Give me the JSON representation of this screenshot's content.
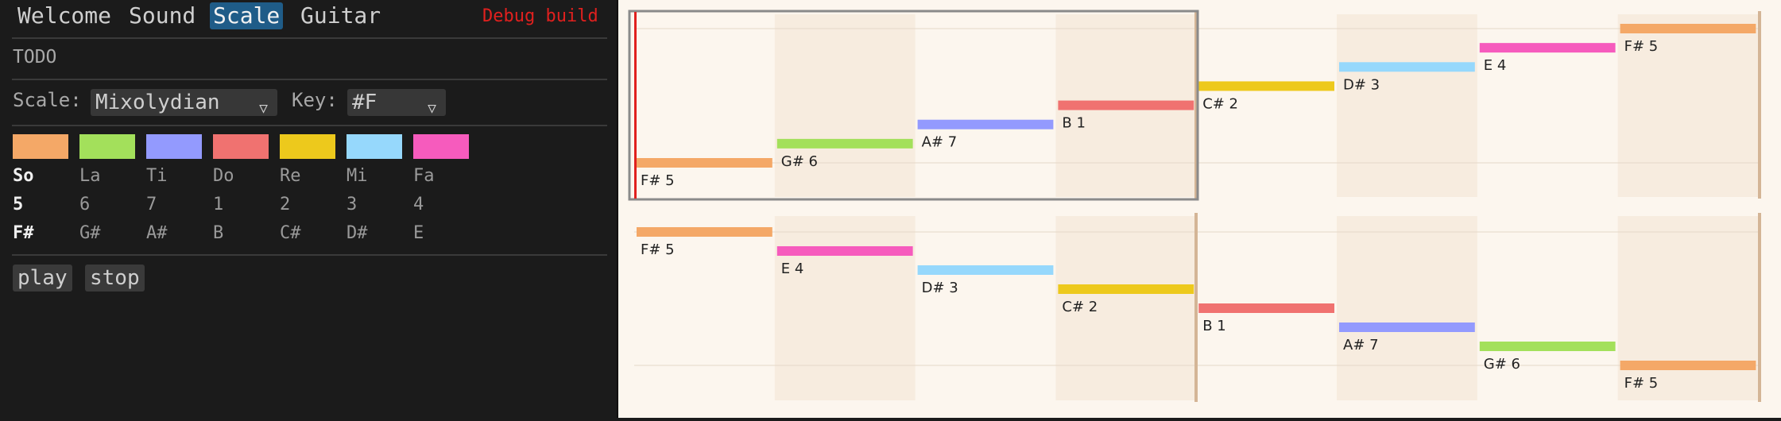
{
  "tabs": [
    {
      "label": "Welcome"
    },
    {
      "label": "Sound"
    },
    {
      "label": "Scale",
      "active": true
    },
    {
      "label": "Guitar"
    }
  ],
  "debug_label": "Debug build",
  "todo_text": "TODO",
  "scale_select": {
    "label": "Scale:",
    "value": "Mixolydian"
  },
  "key_select": {
    "label": "Key:",
    "value": "#F"
  },
  "degrees": [
    {
      "color": "#f4a867",
      "solfege": "So",
      "number": "5",
      "note": "F#"
    },
    {
      "color": "#a3e05b",
      "solfege": "La",
      "number": "6",
      "note": "G#"
    },
    {
      "color": "#939afe",
      "solfege": "Ti",
      "number": "7",
      "note": "A#"
    },
    {
      "color": "#f07270",
      "solfege": "Do",
      "number": "1",
      "note": "B"
    },
    {
      "color": "#edc91c",
      "solfege": "Re",
      "number": "2",
      "note": "C#"
    },
    {
      "color": "#96d8fc",
      "solfege": "Mi",
      "number": "3",
      "note": "D#"
    },
    {
      "color": "#f65bbd",
      "solfege": "Fa",
      "number": "4",
      "note": "E"
    }
  ],
  "buttons": {
    "play": "play",
    "stop": "stop"
  },
  "ascending": [
    {
      "label": "F# 5",
      "color": "#f4a867"
    },
    {
      "label": "G# 6",
      "color": "#a3e05b"
    },
    {
      "label": "A# 7",
      "color": "#939afe"
    },
    {
      "label": "B 1",
      "color": "#f07270"
    },
    {
      "label": "C# 2",
      "color": "#edc91c"
    },
    {
      "label": "D# 3",
      "color": "#96d8fc"
    },
    {
      "label": "E 4",
      "color": "#f65bbd"
    },
    {
      "label": "F# 5",
      "color": "#f4a867"
    }
  ],
  "descending": [
    {
      "label": "F# 5",
      "color": "#f4a867"
    },
    {
      "label": "E 4",
      "color": "#f65bbd"
    },
    {
      "label": "D# 3",
      "color": "#96d8fc"
    },
    {
      "label": "C# 2",
      "color": "#edc91c"
    },
    {
      "label": "B 1",
      "color": "#f07270"
    },
    {
      "label": "A# 7",
      "color": "#939afe"
    },
    {
      "label": "G# 6",
      "color": "#a3e05b"
    },
    {
      "label": "F# 5",
      "color": "#f4a867"
    }
  ]
}
